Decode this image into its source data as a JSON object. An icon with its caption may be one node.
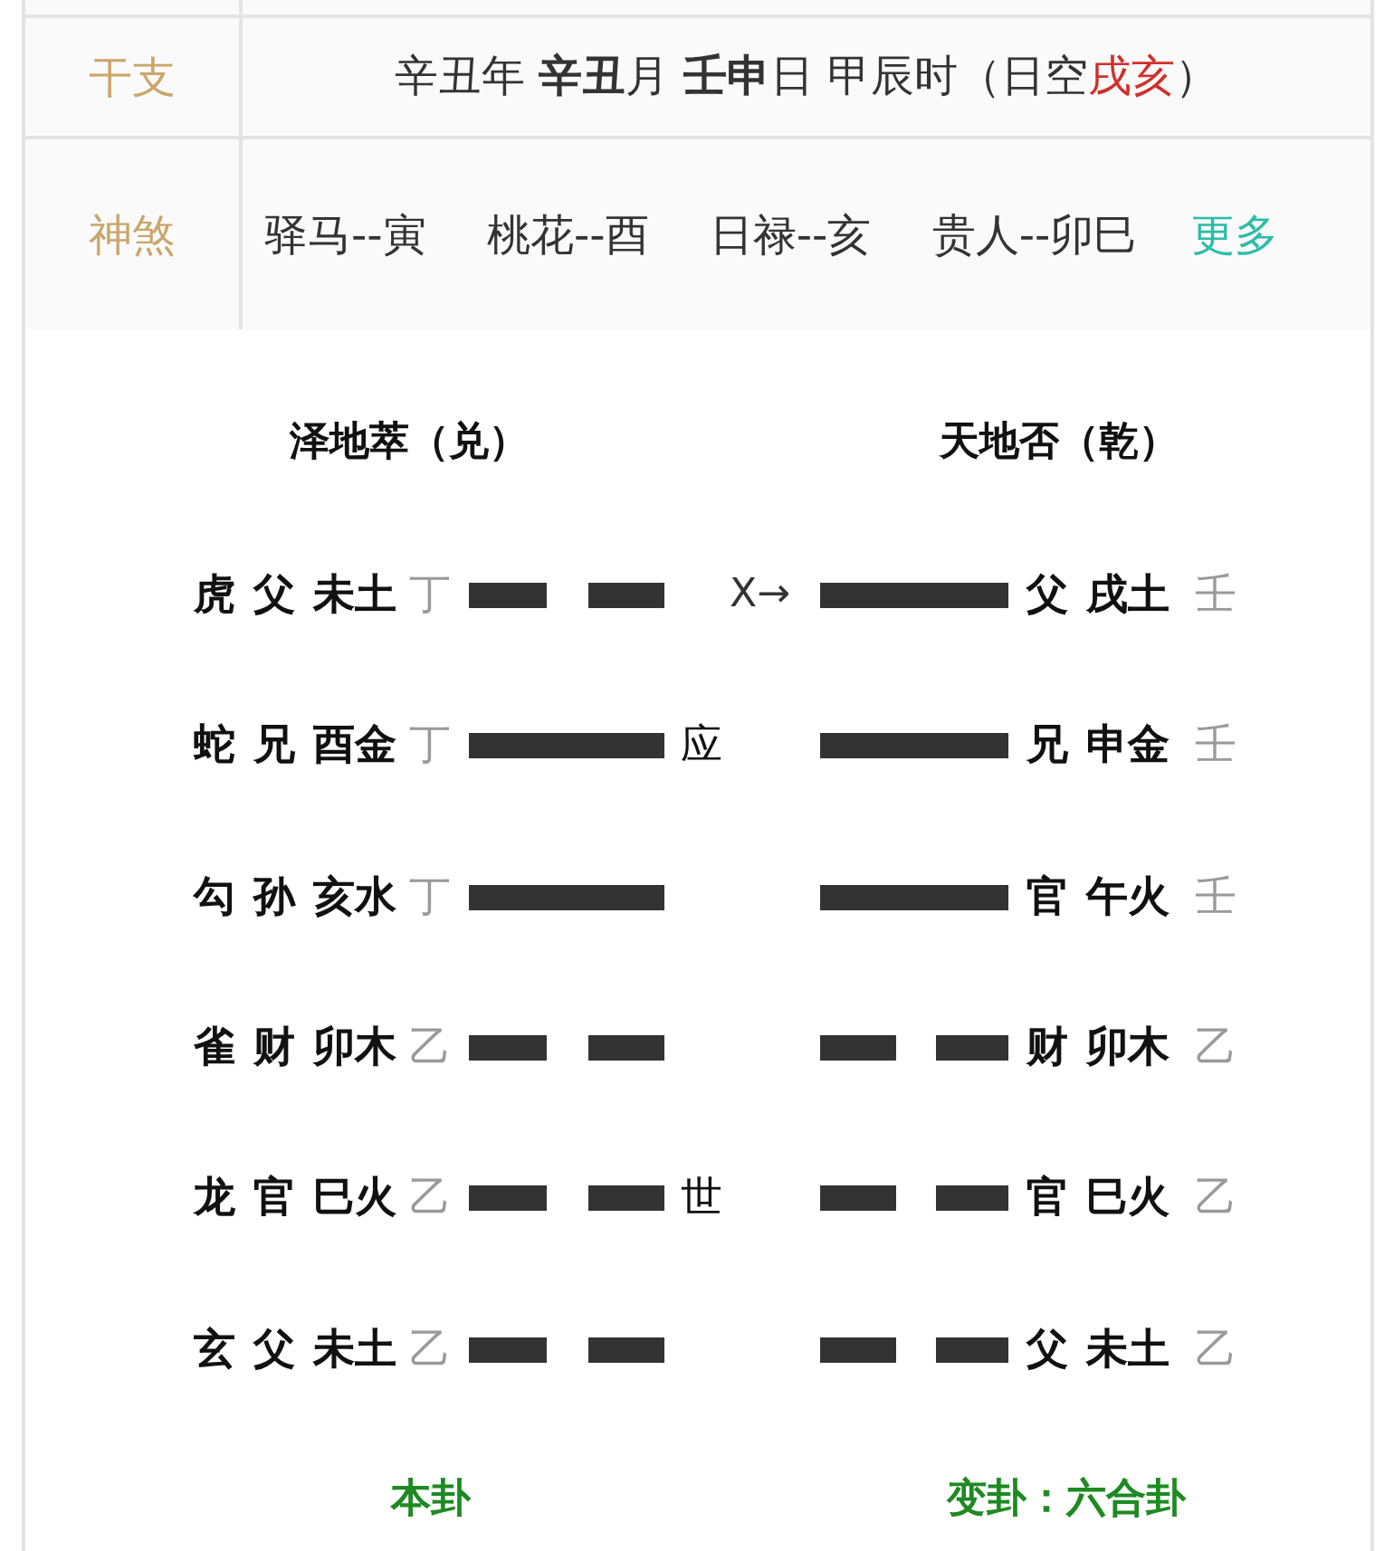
{
  "diagram": {
    "nodes": [
      {
        "text": [],
        "shape": "bar"
      },
      {
        "text": [],
        "shape": "bar"
      },
      {
        "text": [],
        "shape": "bar"
      },
      {
        "text": [],
        "shape": "bar"
      },
      {
        "text": [],
        "shape": "bar"
      },
      {
        "text": [],
        "shape": "bar"
      },
      {
        "text": [],
        "shape": "bar"
      },
      {
        "text": [],
        "shape": "bar"
      },
      {
        "text": [],
        "shape": "bar"
      },
      {
        "text": [],
        "shape": "bar"
      },
      {
        "text": [],
        "shape": "bar"
      },
      {
        "text": [],
        "shape": "bar"
      },
      {
        "text": [],
        "shape": "bar"
      },
      {
        "text": [],
        "shape": "bar"
      },
      {
        "text": [],
        "shape": "bar"
      },
      {
        "text": [],
        "shape": "bar"
      },
      {
        "text": [],
        "shape": "bar"
      },
      {
        "text": [],
        "shape": "bar"
      },
      {
        "text": [],
        "shape": "bar"
      }
    ],
    "labels": [
      "干支",
      "辛丑年 **辛丑**月 **壬申**日 甲辰时（日空",
      "戌亥",
      "）",
      "神煞",
      "驿马--寅 桃花--酉 日禄--亥 贵人--卯巳",
      "更多",
      "泽地萃（兑）",
      "天地否（乾）",
      "虎 父 未土",
      "丁",
      "X→",
      "父 戌土",
      "壬",
      "蛇 兄 酉金",
      "丁",
      "应",
      "兄 申金",
      "壬",
      "勾 孙 亥水",
      "丁",
      "官 午火",
      "壬",
      "雀 财 卯木",
      "乙",
      "财 卯木",
      "乙",
      "龙 官 巳火",
      "乙",
      "世",
      "官 巳火",
      "乙",
      "玄 父 未土",
      "乙",
      "父 未土",
      "乙",
      "本卦",
      "变卦：六合卦"
    ]
  }
}
